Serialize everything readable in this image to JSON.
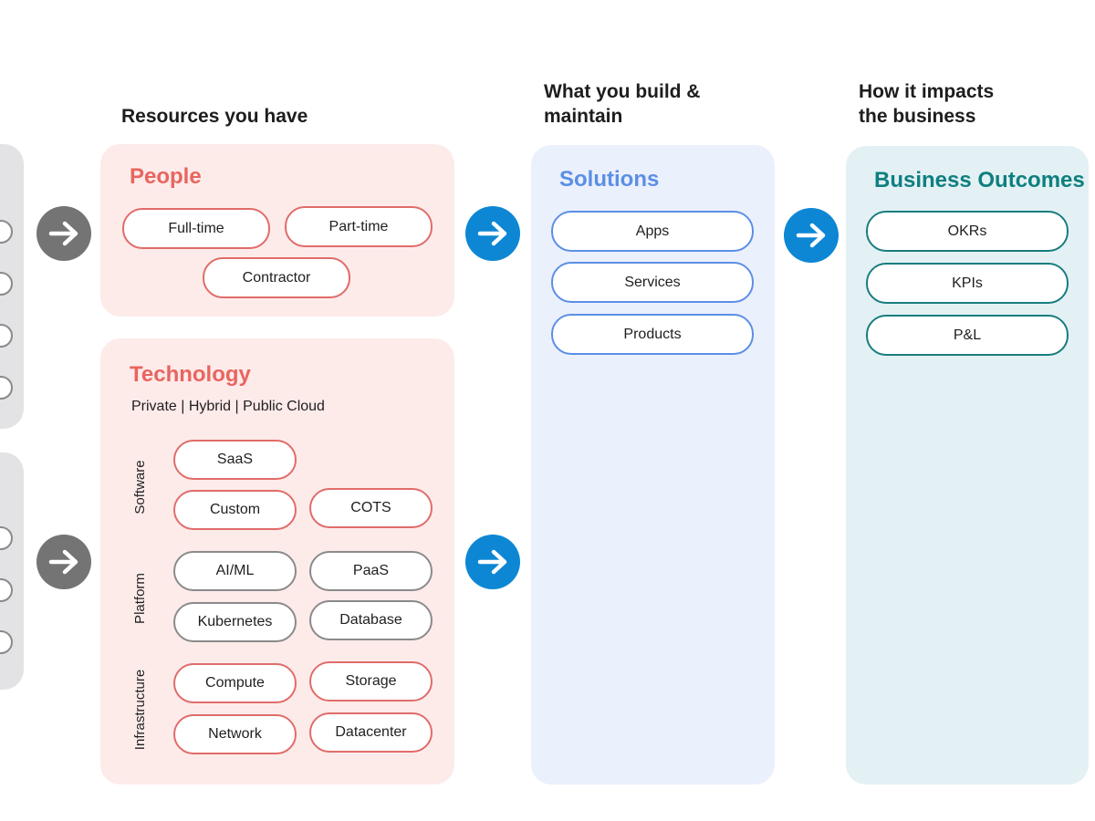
{
  "headings": {
    "resources": "Resources you have",
    "build_line1": "What you build &",
    "build_line2": "maintain",
    "impact_line1": "How it impacts",
    "impact_line2": "the business"
  },
  "people": {
    "title": "People",
    "items": [
      "Full-time",
      "Part-time",
      "Contractor"
    ]
  },
  "technology": {
    "title": "Technology",
    "subtitle": "Private | Hybrid | Public Cloud",
    "software": {
      "label": "Software",
      "items": [
        "SaaS",
        "Custom",
        "COTS"
      ]
    },
    "platform": {
      "label": "Platform",
      "items": [
        "AI/ML",
        "PaaS",
        "Kubernetes",
        "Database"
      ]
    },
    "infrastructure": {
      "label": "Infrastructure",
      "items": [
        "Compute",
        "Storage",
        "Network",
        "Datacenter"
      ]
    }
  },
  "solutions": {
    "title": "Solutions",
    "items": [
      "Apps",
      "Services",
      "Products"
    ]
  },
  "outcomes": {
    "title": "Business Outcomes",
    "items": [
      "OKRs",
      "KPIs",
      "P&L"
    ]
  },
  "colors": {
    "people_red": "#e8655f",
    "solutions_blue": "#5b8fe5",
    "outcomes_teal": "#0f7f80",
    "arrow_blue": "#0d87d4",
    "arrow_gray": "#747474"
  },
  "icons": {
    "arrow": "arrow-right-icon"
  }
}
